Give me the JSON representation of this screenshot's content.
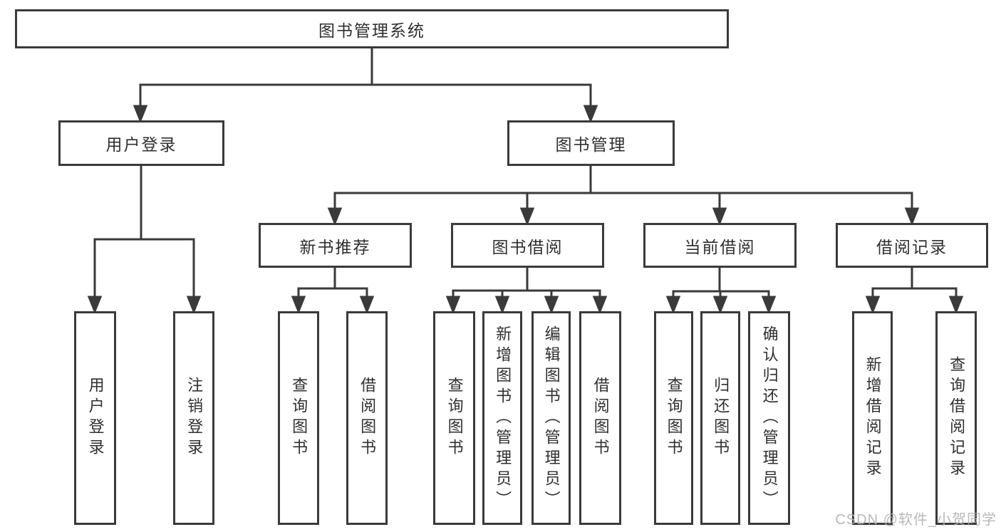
{
  "tree": {
    "root": "图书管理系统",
    "branches": [
      {
        "label": "用户登录",
        "children": [
          "用户登录",
          "注销登录"
        ]
      },
      {
        "label": "图书管理",
        "groups": [
          {
            "label": "新书推荐",
            "children": [
              "查询图书",
              "借阅图书"
            ]
          },
          {
            "label": "图书借阅",
            "children": [
              "查询图书",
              "新增图书（管理员）",
              "编辑图书（管理员）",
              "借阅图书"
            ]
          },
          {
            "label": "当前借阅",
            "children": [
              "查询图书",
              "归还图书",
              "确认归还（管理员）"
            ]
          },
          {
            "label": "借阅记录",
            "children": [
              "新增借阅记录",
              "查询借阅记录"
            ]
          }
        ]
      }
    ]
  },
  "watermark": "CSDN @软件_小贺同学",
  "colors": {
    "line": "#3a3a3a",
    "text": "#2f2f2f",
    "watermark": "#b0b0b0",
    "background": "#ffffff"
  }
}
